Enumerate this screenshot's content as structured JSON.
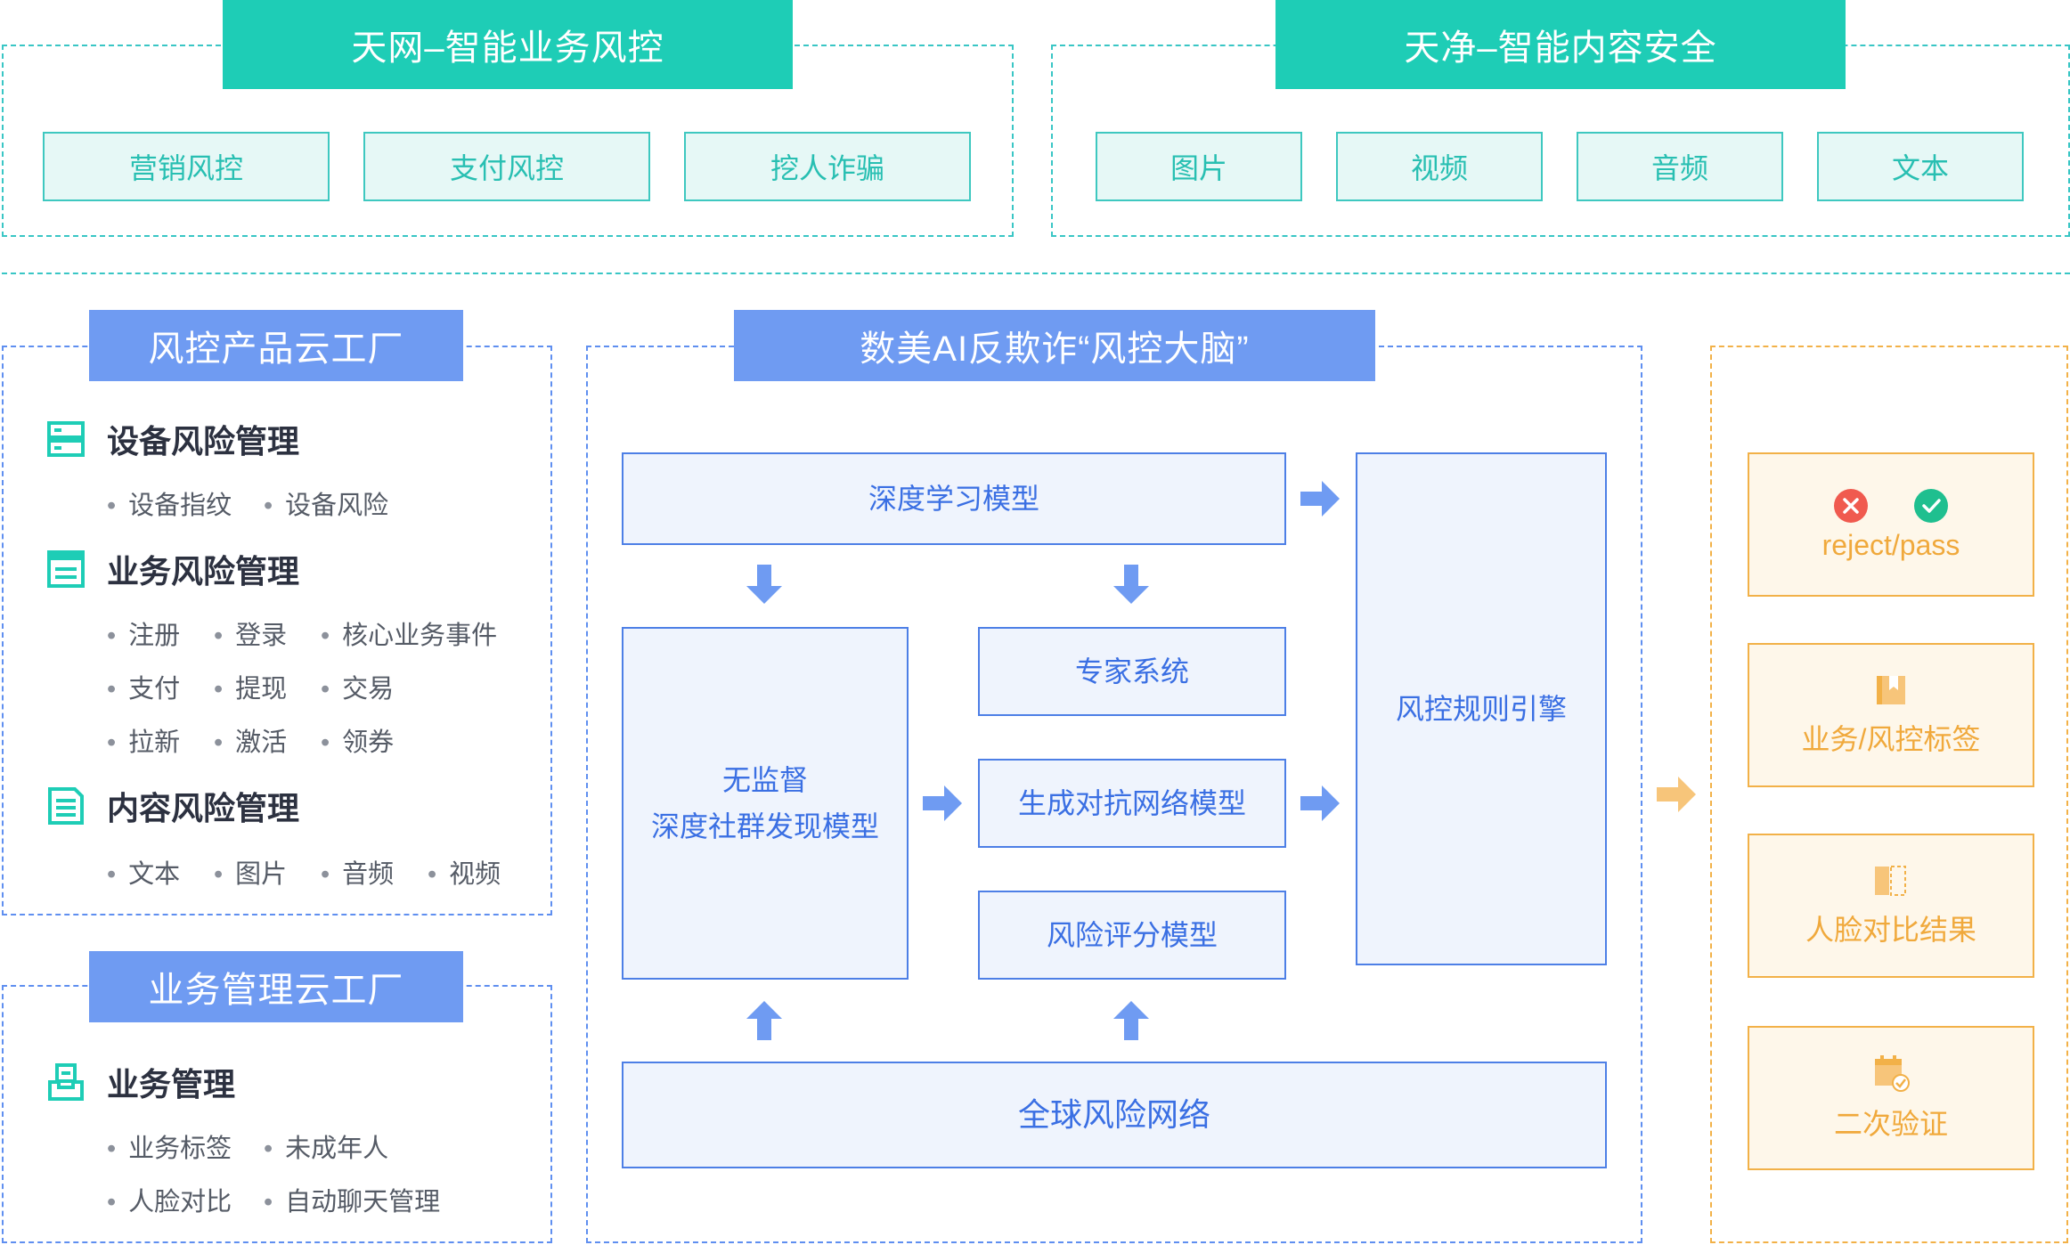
{
  "top_left": {
    "title": "天网–智能业务风控",
    "items": [
      "营销风控",
      "支付风控",
      "挖人诈骗"
    ]
  },
  "top_right": {
    "title": "天净–智能内容安全",
    "items": [
      "图片",
      "视频",
      "音频",
      "文本"
    ]
  },
  "factory": {
    "title": "风控产品云工厂",
    "sections": [
      {
        "heading": "设备风险管理",
        "icon": "server-icon",
        "items": [
          "设备指纹",
          "设备风险"
        ]
      },
      {
        "heading": "业务风险管理",
        "icon": "list-window-icon",
        "items": [
          "注册",
          "登录",
          "核心业务事件",
          "支付",
          "提现",
          "交易",
          "拉新",
          "激活",
          "领券"
        ]
      },
      {
        "heading": "内容风险管理",
        "icon": "document-icon",
        "items": [
          "文本",
          "图片",
          "音频",
          "视频"
        ]
      }
    ]
  },
  "biz_factory": {
    "title": "业务管理云工厂",
    "heading": "业务管理",
    "icon": "inbox-icon",
    "items": [
      "业务标签",
      "未成年人",
      "人脸对比",
      "自动聊天管理"
    ]
  },
  "brain": {
    "title": "数美AI反欺诈“风控大脑”",
    "deep_learning": "深度学习模型",
    "unsupervised_line1": "无监督",
    "unsupervised_line2": "深度社群发现模型",
    "expert": "专家系统",
    "gan": "生成对抗网络模型",
    "risk_score": "风险评分模型",
    "rule_engine": "风控规则引擎",
    "network": "全球风险网络"
  },
  "outputs": [
    {
      "label": "reject/pass",
      "icon": "reject-pass-icons"
    },
    {
      "label": "业务/风控标签",
      "icon": "label-icon"
    },
    {
      "label": "人脸对比结果",
      "icon": "face-compare-icon"
    },
    {
      "label": "二次验证",
      "icon": "calendar-check-icon"
    }
  ],
  "colors": {
    "teal": "#1ecdb6",
    "blue": "#6f9bf2",
    "blue_border": "#4d7fe6",
    "orange": "#f2b148",
    "reject_red": "#f05a4f",
    "pass_green": "#1fbf8f"
  }
}
